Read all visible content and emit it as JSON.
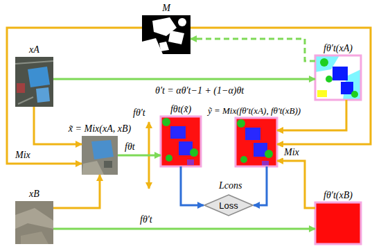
{
  "diagram": {
    "nodes": [
      {
        "text": [
          "M"
        ]
      },
      {
        "text": [
          "xA"
        ]
      },
      {
        "text": [
          "fθ′t(xA)"
        ]
      },
      {
        "text": [
          "x̃ = Mix(xA, xB)"
        ]
      },
      {
        "text": [
          "fθt(x̃)"
        ]
      },
      {
        "text": [
          "ỹ = Mix(fθ′t(xA), fθ′t(xB))"
        ]
      },
      {
        "text": [
          "xB"
        ]
      },
      {
        "text": [
          "fθ′t(xB)"
        ]
      },
      {
        "text": [
          "Loss"
        ]
      }
    ],
    "edges": [
      {
        "from": 1,
        "to": 2,
        "arrow": "to"
      },
      {
        "from": 2,
        "to": 0,
        "arrow": "to"
      },
      {
        "from": 0,
        "to": 3,
        "arrow": "to",
        "label": "Mix"
      },
      {
        "from": 1,
        "to": 3,
        "arrow": "to"
      },
      {
        "from": 6,
        "to": 3,
        "arrow": "to"
      },
      {
        "from": 3,
        "to": 4,
        "arrow": "to",
        "label": "fθt"
      },
      {
        "from": 0,
        "to": 5,
        "arrow": "to",
        "label": "Mix"
      },
      {
        "from": 2,
        "to": 5,
        "arrow": "to"
      },
      {
        "from": 7,
        "to": 5,
        "arrow": "to"
      },
      {
        "from": 4,
        "to": 8,
        "arrow": "to"
      },
      {
        "from": 5,
        "to": 8,
        "arrow": "to"
      },
      {
        "from": 6,
        "to": 7,
        "arrow": "to",
        "label": "fθ′t"
      }
    ],
    "labels": [
      "θ′t = αθ′t−1 + (1−α)θt",
      "fθ′t",
      "Lcons"
    ]
  }
}
